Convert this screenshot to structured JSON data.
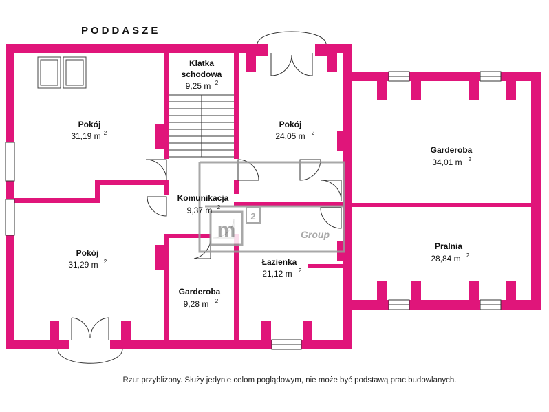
{
  "title": "PODDASZE",
  "rooms": [
    {
      "name": "Pokój",
      "area": "31,19 m",
      "sup": "2"
    },
    {
      "name": "Klatka schodowa",
      "line1": "Klatka",
      "line2": "schodowa",
      "area": "9,25 m",
      "sup": "2"
    },
    {
      "name": "Pokój",
      "area": "24,05 m",
      "sup": "2"
    },
    {
      "name": "Garderoba",
      "area": "34,01 m",
      "sup": "2"
    },
    {
      "name": "Komunikacja",
      "area": "9,37 m",
      "sup": "2"
    },
    {
      "name": "Pokój",
      "area": "31,29 m",
      "sup": "2"
    },
    {
      "name": "Łazienka",
      "area": "21,12 m",
      "sup": "2"
    },
    {
      "name": "Pralnia",
      "area": "28,84 m",
      "sup": "2"
    },
    {
      "name": "Garderoba",
      "area": "9,28 m",
      "sup": "2"
    }
  ],
  "watermark": {
    "logo_letter": "m",
    "logo_sup": "2",
    "brand": "Group"
  },
  "note": "Rzut przybliżony. Służy jedynie celom poglądowym, nie może być podstawą prac budowlanych.",
  "colors": {
    "wall": "#e0157a",
    "line": "#333333",
    "watermark": "#9a9a9a"
  }
}
